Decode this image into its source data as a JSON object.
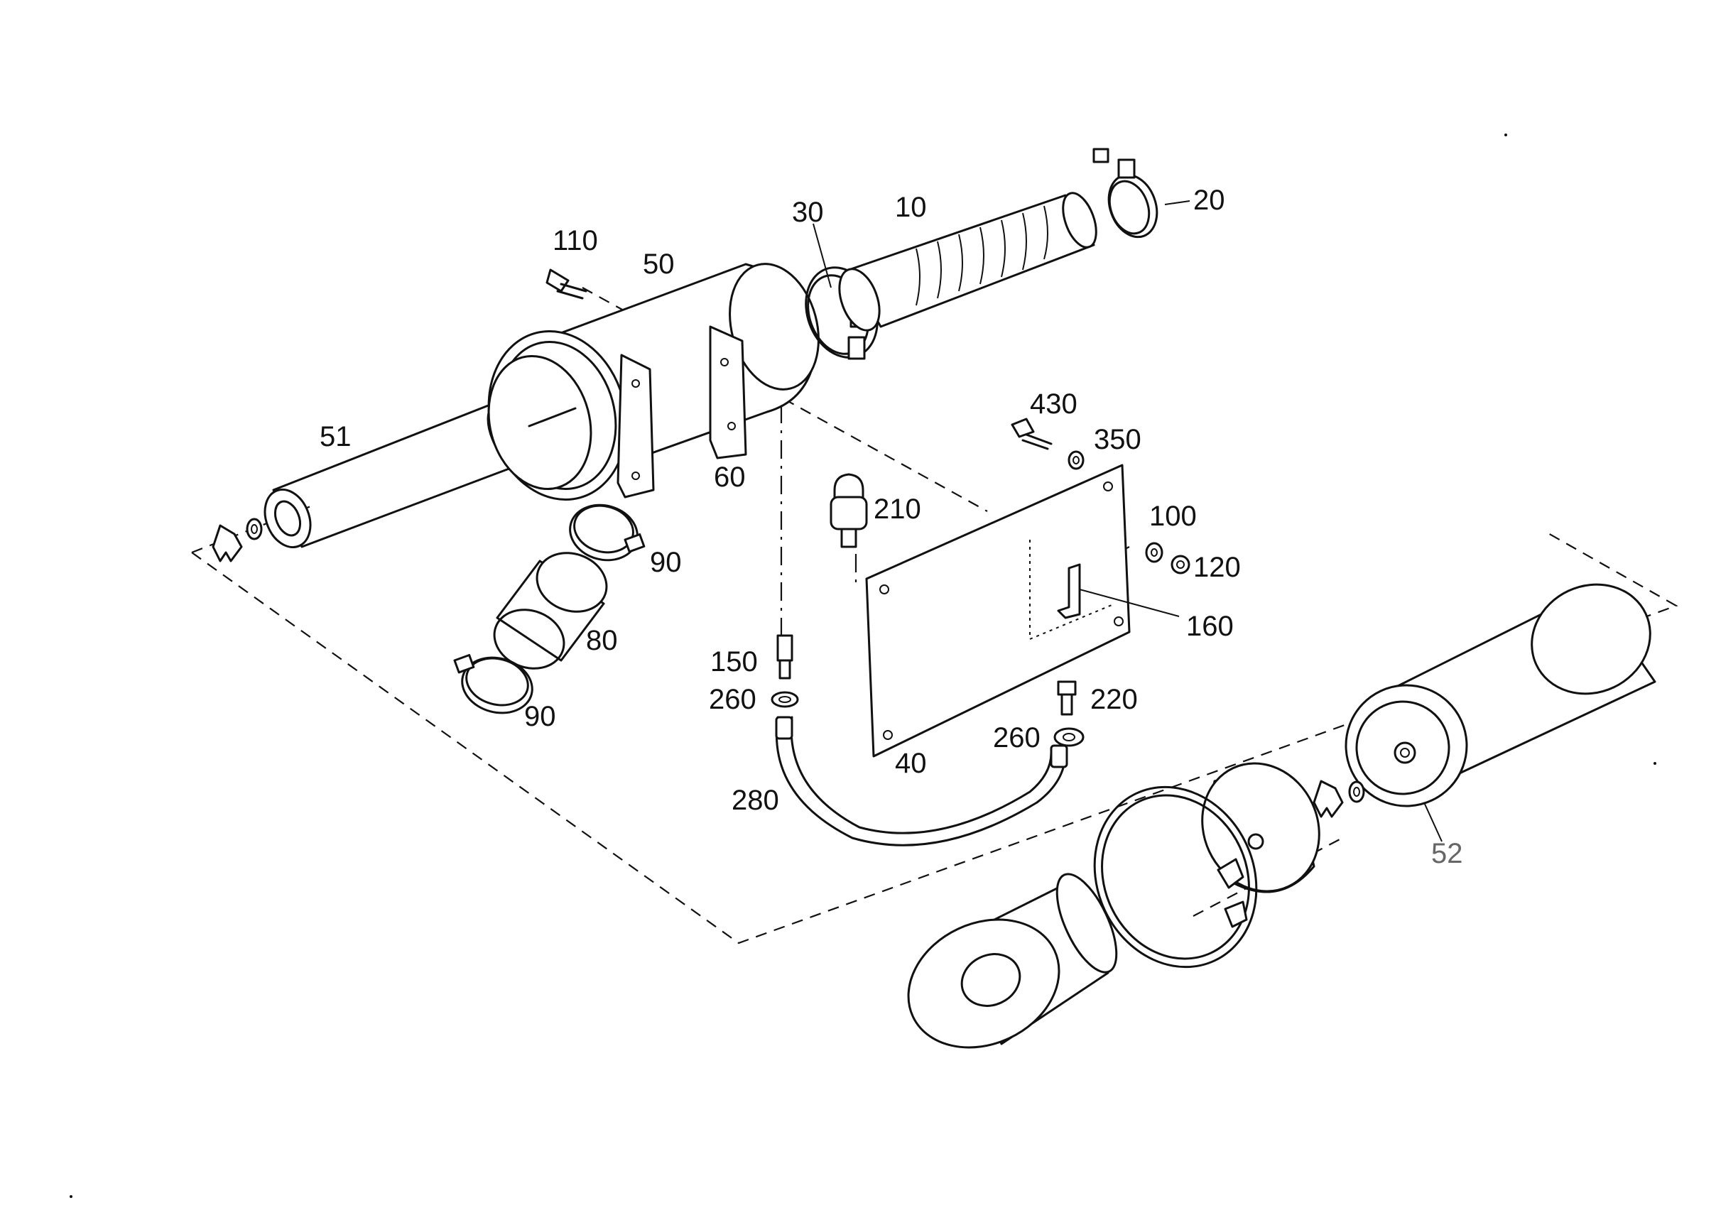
{
  "diagram": {
    "parts": [
      {
        "id": "p10",
        "label": "10",
        "name": "corrugated intake hose"
      },
      {
        "id": "p20",
        "label": "20",
        "name": "hose clamp"
      },
      {
        "id": "p30",
        "label": "30",
        "name": "hose clamp"
      },
      {
        "id": "p40",
        "label": "40",
        "name": "mounting plate"
      },
      {
        "id": "p50",
        "label": "50",
        "name": "air filter housing"
      },
      {
        "id": "p51",
        "label": "51",
        "name": "filter element"
      },
      {
        "id": "p52",
        "label": "52",
        "name": "filter element"
      },
      {
        "id": "p60",
        "label": "60",
        "name": "bracket"
      },
      {
        "id": "p80",
        "label": "80",
        "name": "hose sleeve"
      },
      {
        "id": "p90a",
        "label": "90",
        "name": "hose clamp"
      },
      {
        "id": "p90b",
        "label": "90",
        "name": "hose clamp"
      },
      {
        "id": "p100",
        "label": "100",
        "name": "washer"
      },
      {
        "id": "p110",
        "label": "110",
        "name": "bolt"
      },
      {
        "id": "p120",
        "label": "120",
        "name": "nut"
      },
      {
        "id": "p150",
        "label": "150",
        "name": "fitting"
      },
      {
        "id": "p160",
        "label": "160",
        "name": "bracket"
      },
      {
        "id": "p210",
        "label": "210",
        "name": "sensor"
      },
      {
        "id": "p220",
        "label": "220",
        "name": "fitting"
      },
      {
        "id": "p260a",
        "label": "260",
        "name": "seal ring"
      },
      {
        "id": "p260b",
        "label": "260",
        "name": "seal ring"
      },
      {
        "id": "p280",
        "label": "280",
        "name": "tube"
      },
      {
        "id": "p350",
        "label": "350",
        "name": "washer"
      },
      {
        "id": "p430",
        "label": "430",
        "name": "bolt"
      }
    ]
  }
}
